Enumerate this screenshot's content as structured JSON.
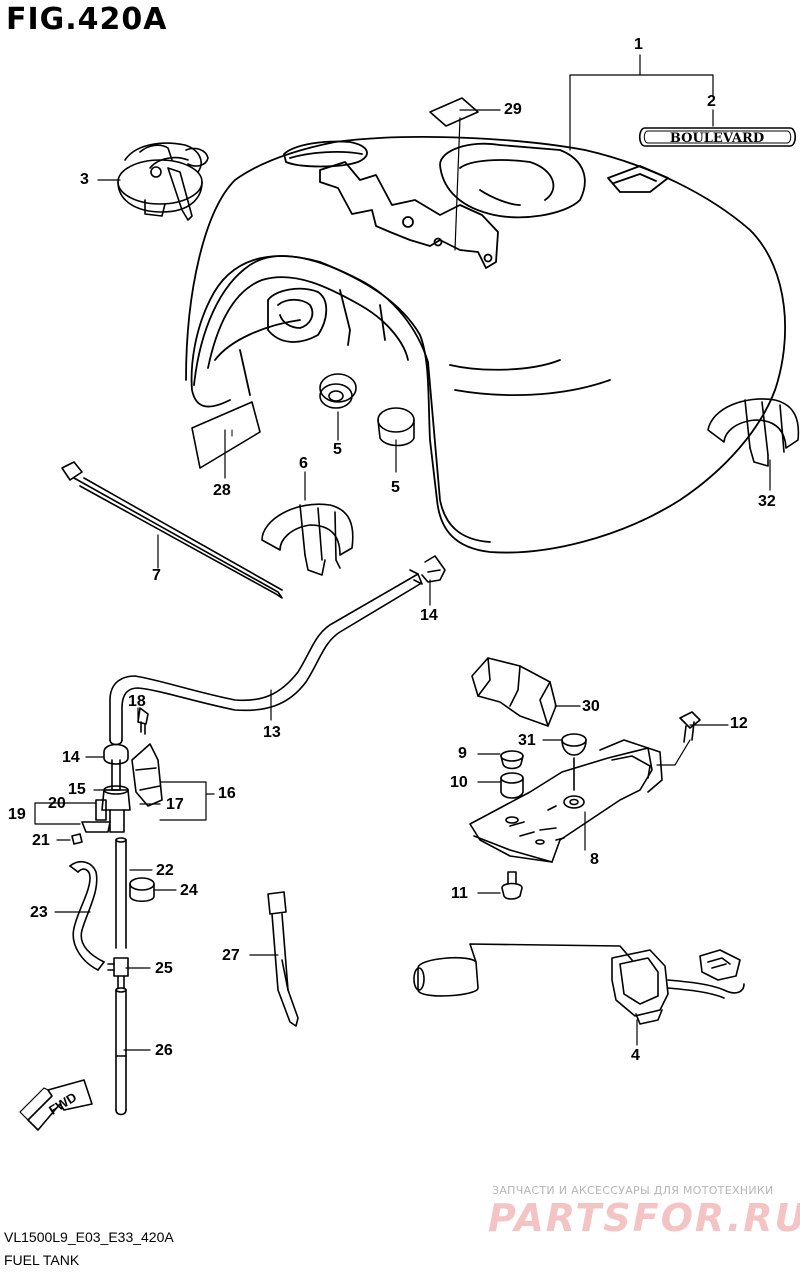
{
  "figure_title": "FIG.420A",
  "footer": {
    "code": "VL1500L9_E03_E33_420A",
    "name": "FUEL TANK"
  },
  "emblem_text": "BOULEVARD",
  "arrow_label": "FWD",
  "watermark": {
    "small": "ЗАПЧАСТИ И АКСЕССУАРЫ ДЛЯ МОТОТЕХНИКИ",
    "big": "PARTSFOR.RU"
  },
  "callouts": {
    "c1": "1",
    "c2": "2",
    "c3": "3",
    "c4": "4",
    "c5a": "5",
    "c5b": "5",
    "c6": "6",
    "c7": "7",
    "c8": "8",
    "c9": "9",
    "c10": "10",
    "c11": "11",
    "c12": "12",
    "c13": "13",
    "c14a": "14",
    "c14b": "14",
    "c15": "15",
    "c16": "16",
    "c17": "17",
    "c18": "18",
    "c19": "19",
    "c20": "20",
    "c21": "21",
    "c22": "22",
    "c23": "23",
    "c24": "24",
    "c25": "25",
    "c26": "26",
    "c27": "27",
    "c28": "28",
    "c29": "29",
    "c30": "30",
    "c31": "31",
    "c32": "32"
  }
}
